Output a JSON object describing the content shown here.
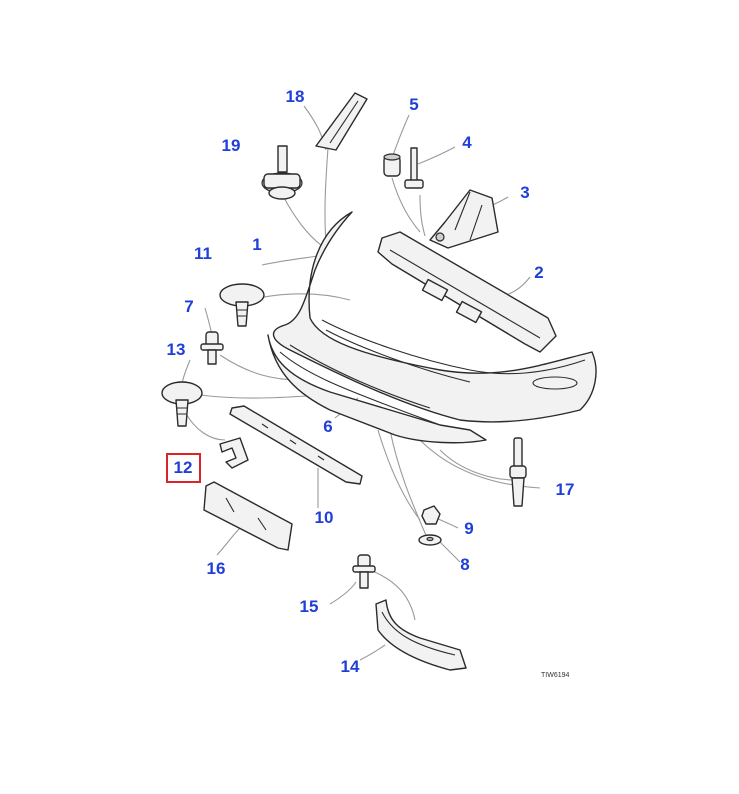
{
  "diagram": {
    "callouts": [
      {
        "id": "c1",
        "label": "1"
      },
      {
        "id": "c2",
        "label": "2"
      },
      {
        "id": "c3",
        "label": "3"
      },
      {
        "id": "c4",
        "label": "4"
      },
      {
        "id": "c5",
        "label": "5"
      },
      {
        "id": "c6",
        "label": "6"
      },
      {
        "id": "c7",
        "label": "7"
      },
      {
        "id": "c8",
        "label": "8"
      },
      {
        "id": "c9",
        "label": "9"
      },
      {
        "id": "c10",
        "label": "10"
      },
      {
        "id": "c11",
        "label": "11"
      },
      {
        "id": "c12",
        "label": "12"
      },
      {
        "id": "c13",
        "label": "13"
      },
      {
        "id": "c14",
        "label": "14"
      },
      {
        "id": "c15",
        "label": "15"
      },
      {
        "id": "c16",
        "label": "16"
      },
      {
        "id": "c17",
        "label": "17"
      },
      {
        "id": "c18",
        "label": "18"
      },
      {
        "id": "c19",
        "label": "19"
      }
    ],
    "highlighted_callout": "12",
    "drawing_code": "TIW6194"
  },
  "colors": {
    "callout_text": "#1f3fd8",
    "highlight_border": "#d9252a",
    "leader_line": "#9a9a9a",
    "part_outline": "#2b2b2b"
  }
}
